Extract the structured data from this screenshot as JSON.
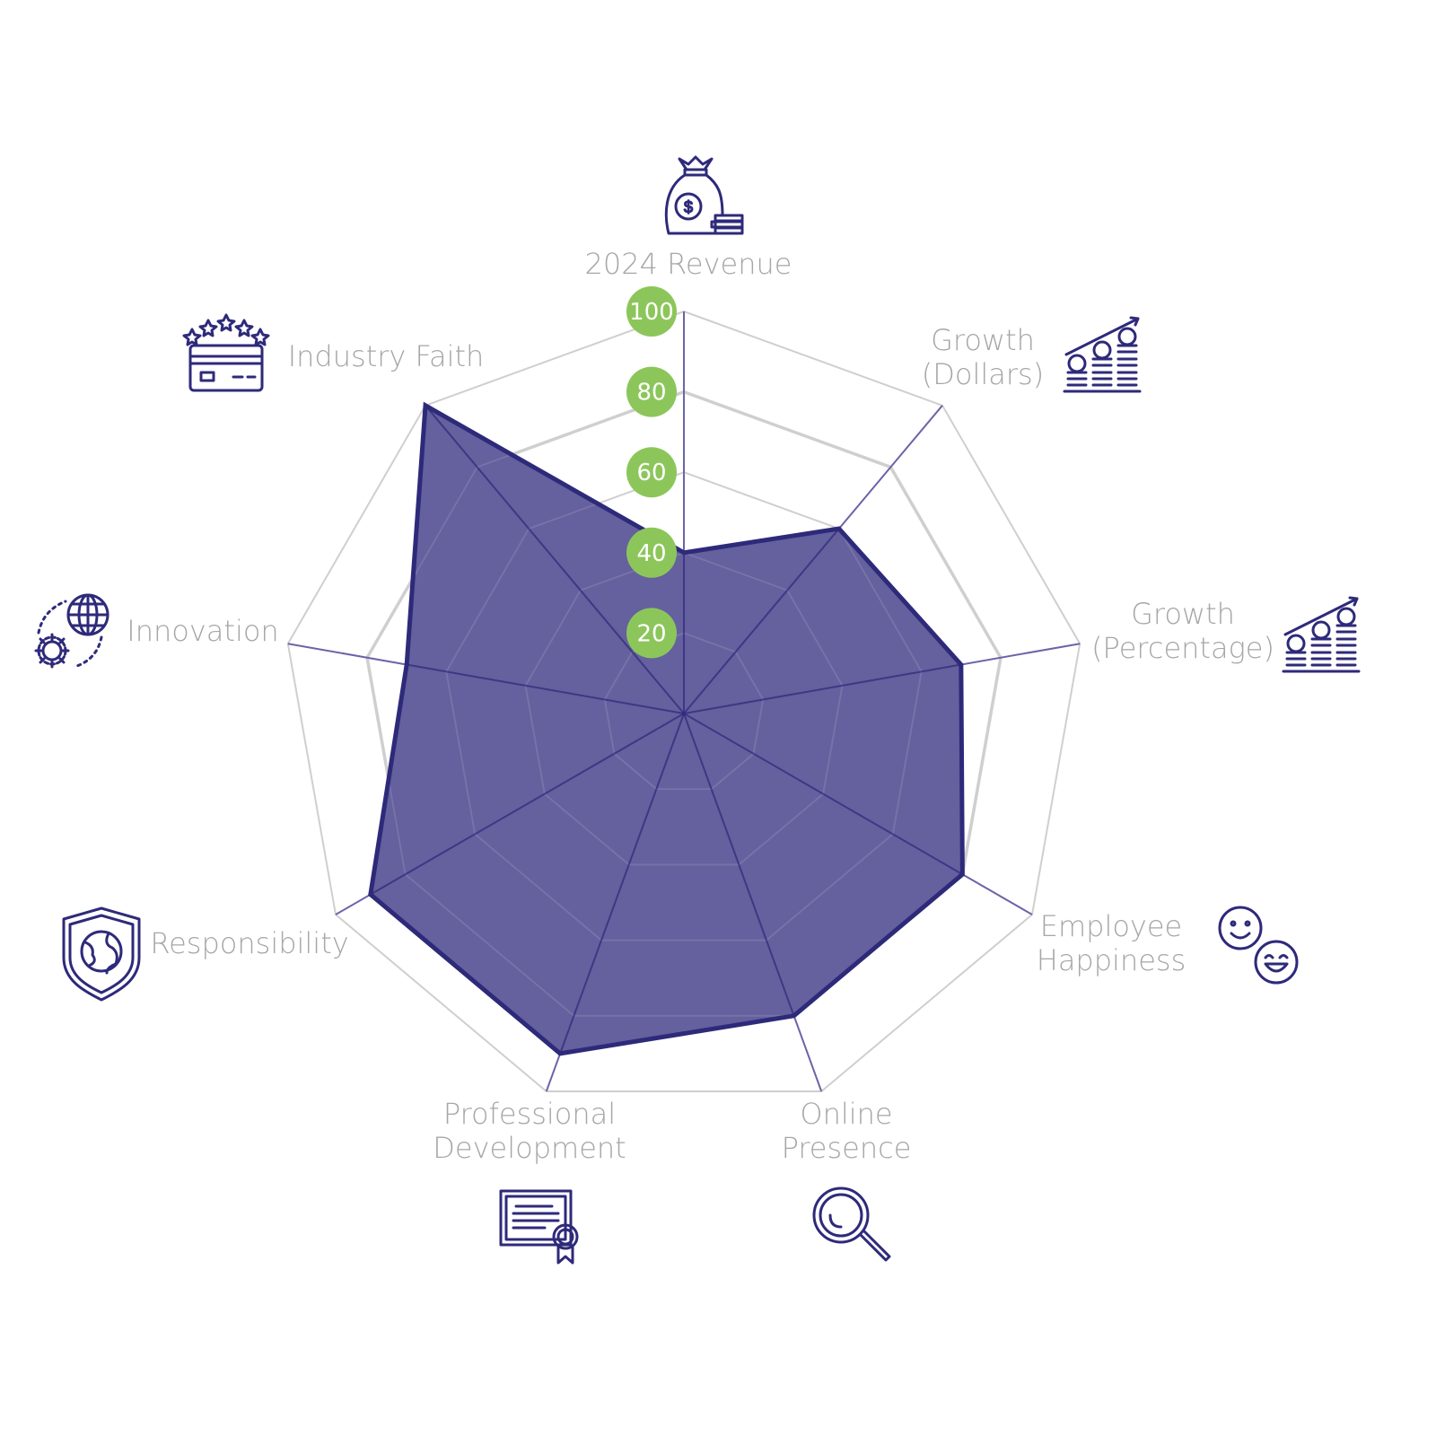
{
  "chart_data": {
    "type": "radar",
    "title": "",
    "categories": [
      "2024 Revenue",
      "Growth (Dollars)",
      "Growth (Percentage)",
      "Employee Happiness",
      "Online Presence",
      "Professional Development",
      "Responsibility",
      "Innovation",
      "Industry Faith"
    ],
    "label_lines": [
      [
        "2024 Revenue"
      ],
      [
        "Growth",
        "(Dollars)"
      ],
      [
        "Growth",
        "(Percentage)"
      ],
      [
        "Employee",
        "Happiness"
      ],
      [
        "Online",
        "Presence"
      ],
      [
        "Professional",
        "Development"
      ],
      [
        "Responsibility"
      ],
      [
        "Innovation"
      ],
      [
        "Industry Faith"
      ]
    ],
    "icons": [
      "money-bag-icon",
      "coin-growth-icon",
      "coin-growth-icon",
      "smiley-faces-icon",
      "magnifier-icon",
      "certificate-icon",
      "shield-globe-icon",
      "globe-gear-icon",
      "rated-card-icon"
    ],
    "values": [
      40,
      60,
      70,
      80,
      80,
      90,
      90,
      70,
      100
    ],
    "rlim": [
      0,
      100
    ],
    "ticks": [
      20,
      40,
      60,
      80,
      100
    ],
    "tick_labels": [
      "20",
      "40",
      "60",
      "80",
      "100"
    ],
    "colors": {
      "fill": "#625d9c",
      "stroke": "#2e2a7a",
      "axis": "#6b64a8",
      "grid": "#cfcfcf",
      "tick_badge": "#8cc65a"
    }
  }
}
